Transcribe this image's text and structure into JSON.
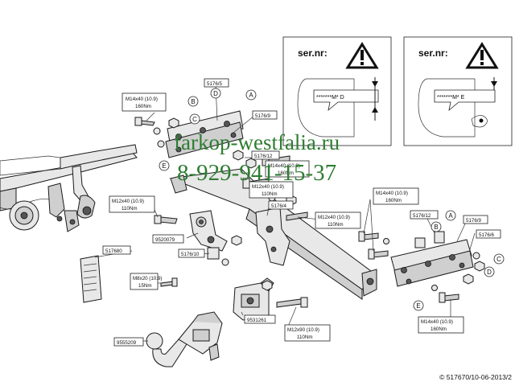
{
  "watermark": {
    "url": "farkop-westfalia.ru",
    "phone": "8-929-941-15-37",
    "color": "#2e7d32"
  },
  "warning_panels": [
    {
      "label": "ser.nr:",
      "code": "*******M* D"
    },
    {
      "label": "ser.nr:",
      "code": "*******M* E"
    }
  ],
  "callouts": {
    "bolt_top_left": {
      "size": "M14x40 (10.9)",
      "torque": "160Nm"
    },
    "part_5176_5": "5176/5",
    "part_5176_9_top": "5176/9",
    "part_5176_12_top": "5176/12",
    "bolt_center": {
      "size": "M14x40 (10.9)",
      "torque": "160Nm"
    },
    "bolt_m12_center": {
      "size": "M12x40 (10.9)",
      "torque": "110Nm"
    },
    "bolt_m12_left": {
      "size": "M12x40 (10.9)",
      "torque": "110Nm"
    },
    "part_9520079": "9520079",
    "part_5176_10": "5176/10",
    "part_517680": "517680",
    "bolt_m8": {
      "size": "M8x20 (10.9)",
      "torque": "15Nm"
    },
    "part_5176_4": "5176/4",
    "bolt_m12_right": {
      "size": "M12x40 (10.9)",
      "torque": "110Nm"
    },
    "bolt_top_right": {
      "size": "M14x40 (10.9)",
      "torque": "160Nm"
    },
    "part_5176_12_right": "5176/12",
    "part_5176_9_right": "5176/9",
    "part_5176_6": "5176/6",
    "bolt_bottom_right": {
      "size": "M14x40 (10.9)",
      "torque": "160Nm"
    },
    "part_9531261": "9531261",
    "bolt_m12x90": {
      "size": "M12x90 (10.9)",
      "torque": "110Nm"
    },
    "part_9555209": "9555209"
  },
  "letters": {
    "A": "A",
    "B": "B",
    "C": "C",
    "D": "D",
    "E": "E"
  },
  "footer": {
    "copyright": "© 517670/10-06-2013/2"
  }
}
